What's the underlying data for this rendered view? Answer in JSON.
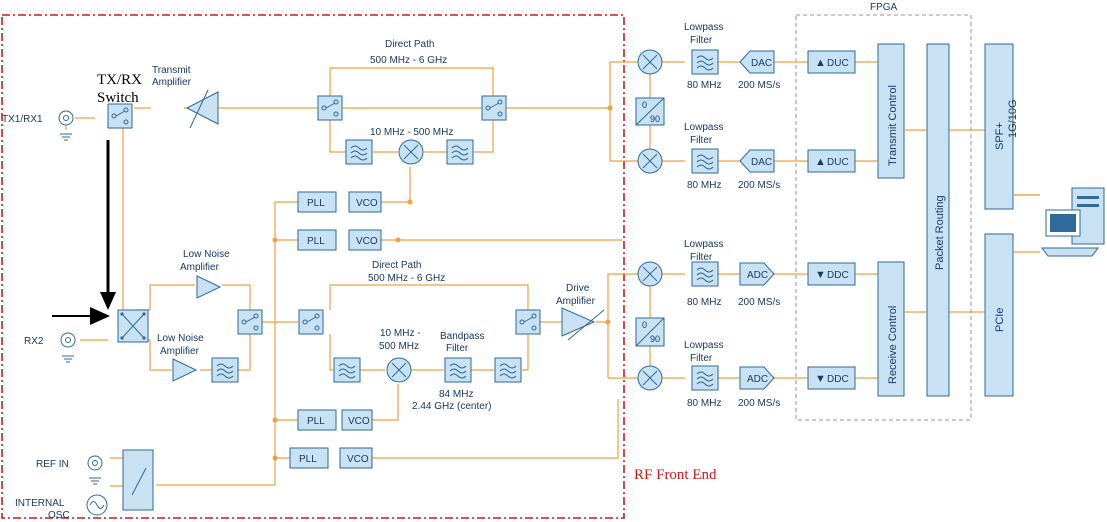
{
  "sections": {
    "fpga": "FPGA",
    "rf_front_end": "RF Front End"
  },
  "tx": {
    "direct_path_title": "Direct Path",
    "direct_path_range": "500 MHz - 6 GHz",
    "low_band_range": "10 MHz - 500 MHz",
    "transmit_amplifier_1": "Transmit",
    "transmit_amplifier_2": "Amplifier",
    "switch_label_1": "TX/RX",
    "switch_label_2": "Switch",
    "port": "TX1/RX1"
  },
  "rx": {
    "port": "RX2",
    "lna_1": "Low Noise",
    "lna_2": "Amplifier",
    "direct_path_title": "Direct Path",
    "direct_path_range": "500 MHz - 6 GHz",
    "low_band_range_1": "10 MHz -",
    "low_band_range_2": "500 MHz",
    "bandpass_1": "Bandpass",
    "bandpass_2": "Filter",
    "bandpass_bw": "84 MHz",
    "bandpass_center": "2.44 GHz (center)",
    "drive_1": "Drive",
    "drive_2": "Amplifier"
  },
  "blocks": {
    "pll": "PLL",
    "vco": "VCO",
    "dac": "DAC",
    "adc": "ADC",
    "duc": "DUC",
    "ddc": "DDC",
    "transmit_control": "Transmit Control",
    "receive_control": "Receive Control",
    "packet_routing": "Packet Routing",
    "sfp_1": "SPF+",
    "sfp_2": "1G/10G",
    "pcie": "PCIe"
  },
  "filters": {
    "lowpass_1": "Lowpass",
    "lowpass_2": "Filter",
    "bandwidth": "80 MHz",
    "rate": "200 MS/s"
  },
  "hybrid": {
    "top": "0",
    "bottom": "90"
  },
  "clock": {
    "ref_in": "REF IN",
    "internal_1": "INTERNAL",
    "internal_2": "OSC"
  },
  "colors": {
    "wire": "#f0a040",
    "block_fill": "#c8e2f3",
    "block_stroke": "#2e6a9a",
    "frame": "#cc1a1a",
    "fpga_border": "#9a9a9a",
    "arrow": "#000000"
  }
}
